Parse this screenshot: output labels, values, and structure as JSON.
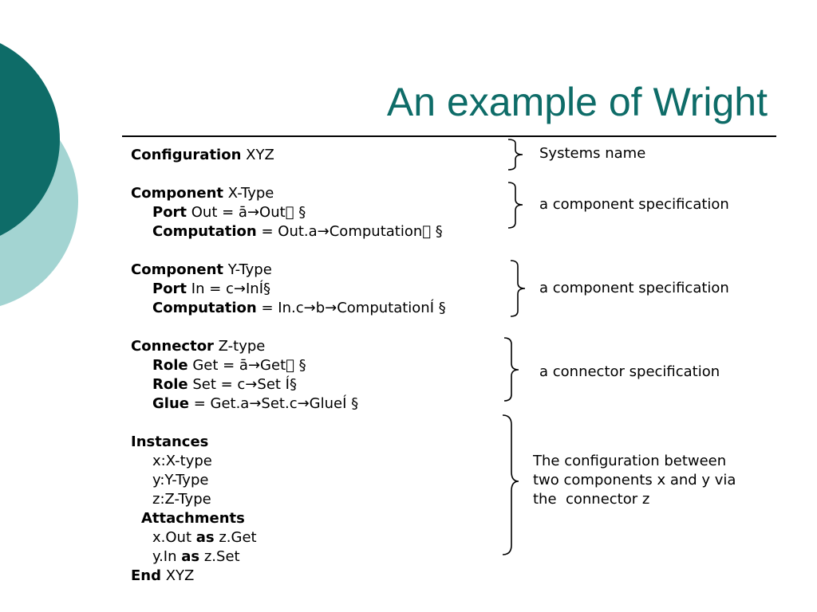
{
  "title": "An example of Wright",
  "colors": {
    "accent": "#0e6c68",
    "light": "#a3d4d2"
  },
  "code": {
    "configuration": {
      "kw": "Configuration",
      "rest": " XYZ"
    },
    "comp_x": {
      "kw": "Component",
      "rest": " X-Type",
      "port_kw": "Port",
      "port_rest": " Out = ā→Out §",
      "comp_kw": "Computation",
      "comp_rest": " = Out.a→Computation §"
    },
    "comp_y": {
      "kw": "Component",
      "rest": " Y-Type",
      "port_kw": "Port",
      "port_rest": " In = c→InÍ§",
      "comp_kw": "Computation",
      "comp_rest": " = In.c→b→ComputationÍ §"
    },
    "connector": {
      "kw": "Connector",
      "rest": " Z-type",
      "role1_kw": "Role",
      "role1_rest": " Get = ā→Get §",
      "role2_kw": "Role",
      "role2_rest": " Set = c→Set Í§",
      "glue_kw": "Glue",
      "glue_rest": " = Get.a→Set.c→GlueÍ §"
    },
    "instances": {
      "kw": "Instances",
      "items": [
        "x:X-type",
        "y:Y-Type",
        "z:Z-Type"
      ]
    },
    "attachments": {
      "kw": "Attachments",
      "a1_pre": "x.Out ",
      "as1": "as",
      "a1_post": " z.Get",
      "a2_pre": "y.In ",
      "as2": "as",
      "a2_post": " z.Set"
    },
    "end": {
      "kw": "End",
      "rest": " XYZ"
    }
  },
  "annotations": {
    "systems_name": "Systems name",
    "comp_spec_1": "a component specification",
    "comp_spec_2": "a component specification",
    "conn_spec": "a connector specification",
    "config_line1": "The configuration between",
    "config_line2": "two components x and y via",
    "config_line3": "the  connector z"
  }
}
